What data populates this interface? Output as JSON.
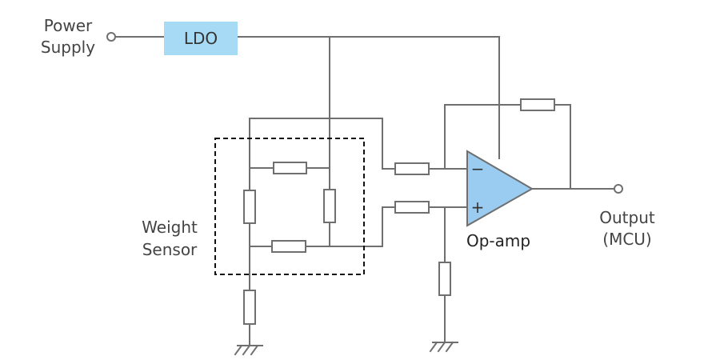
{
  "labels": {
    "power_supply": [
      "Power",
      "Supply"
    ],
    "ldo": "LDO",
    "weight_sensor": [
      "Weight",
      "Sensor"
    ],
    "op_amp": "Op-amp",
    "output": [
      "Output",
      "(MCU)"
    ],
    "minus": "−",
    "plus": "+"
  },
  "colors": {
    "wire": "#6f6f6f",
    "ldo_fill": "#a7dbf5",
    "opamp_fill": "#99ccf0",
    "dash_box": "#111111",
    "text": "#444444"
  }
}
